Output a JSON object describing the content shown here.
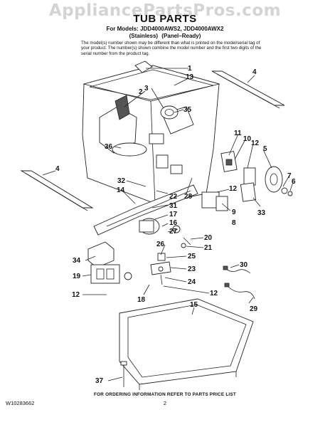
{
  "watermark": "AppliancePartsPros.com",
  "title": "TUB PARTS",
  "models_line": "For Models: JDD4000AWS2, JDD4000AWX2",
  "variants_line": "(Stainless)     (Panel–Ready)",
  "note": "The model(s) number shown may be different than what is printed on the model/serial tag of your product. The number(s) shown combine the model number and the first two digits of the serial number from the product tag.",
  "footer": "FOR ORDERING INFORMATION REFER TO PARTS PRICE LIST",
  "doc_number": "W10283662",
  "page_number": "2",
  "callouts": [
    "1",
    "13",
    "4",
    "2",
    "3",
    "35",
    "36",
    "11",
    "10",
    "12",
    "5",
    "7",
    "6",
    "4",
    "32",
    "14",
    "22",
    "28",
    "12",
    "9",
    "33",
    "31",
    "17",
    "8",
    "16",
    "27",
    "20",
    "26",
    "21",
    "25",
    "34",
    "30",
    "19",
    "23",
    "24",
    "18",
    "12",
    "12",
    "15",
    "29",
    "37"
  ]
}
